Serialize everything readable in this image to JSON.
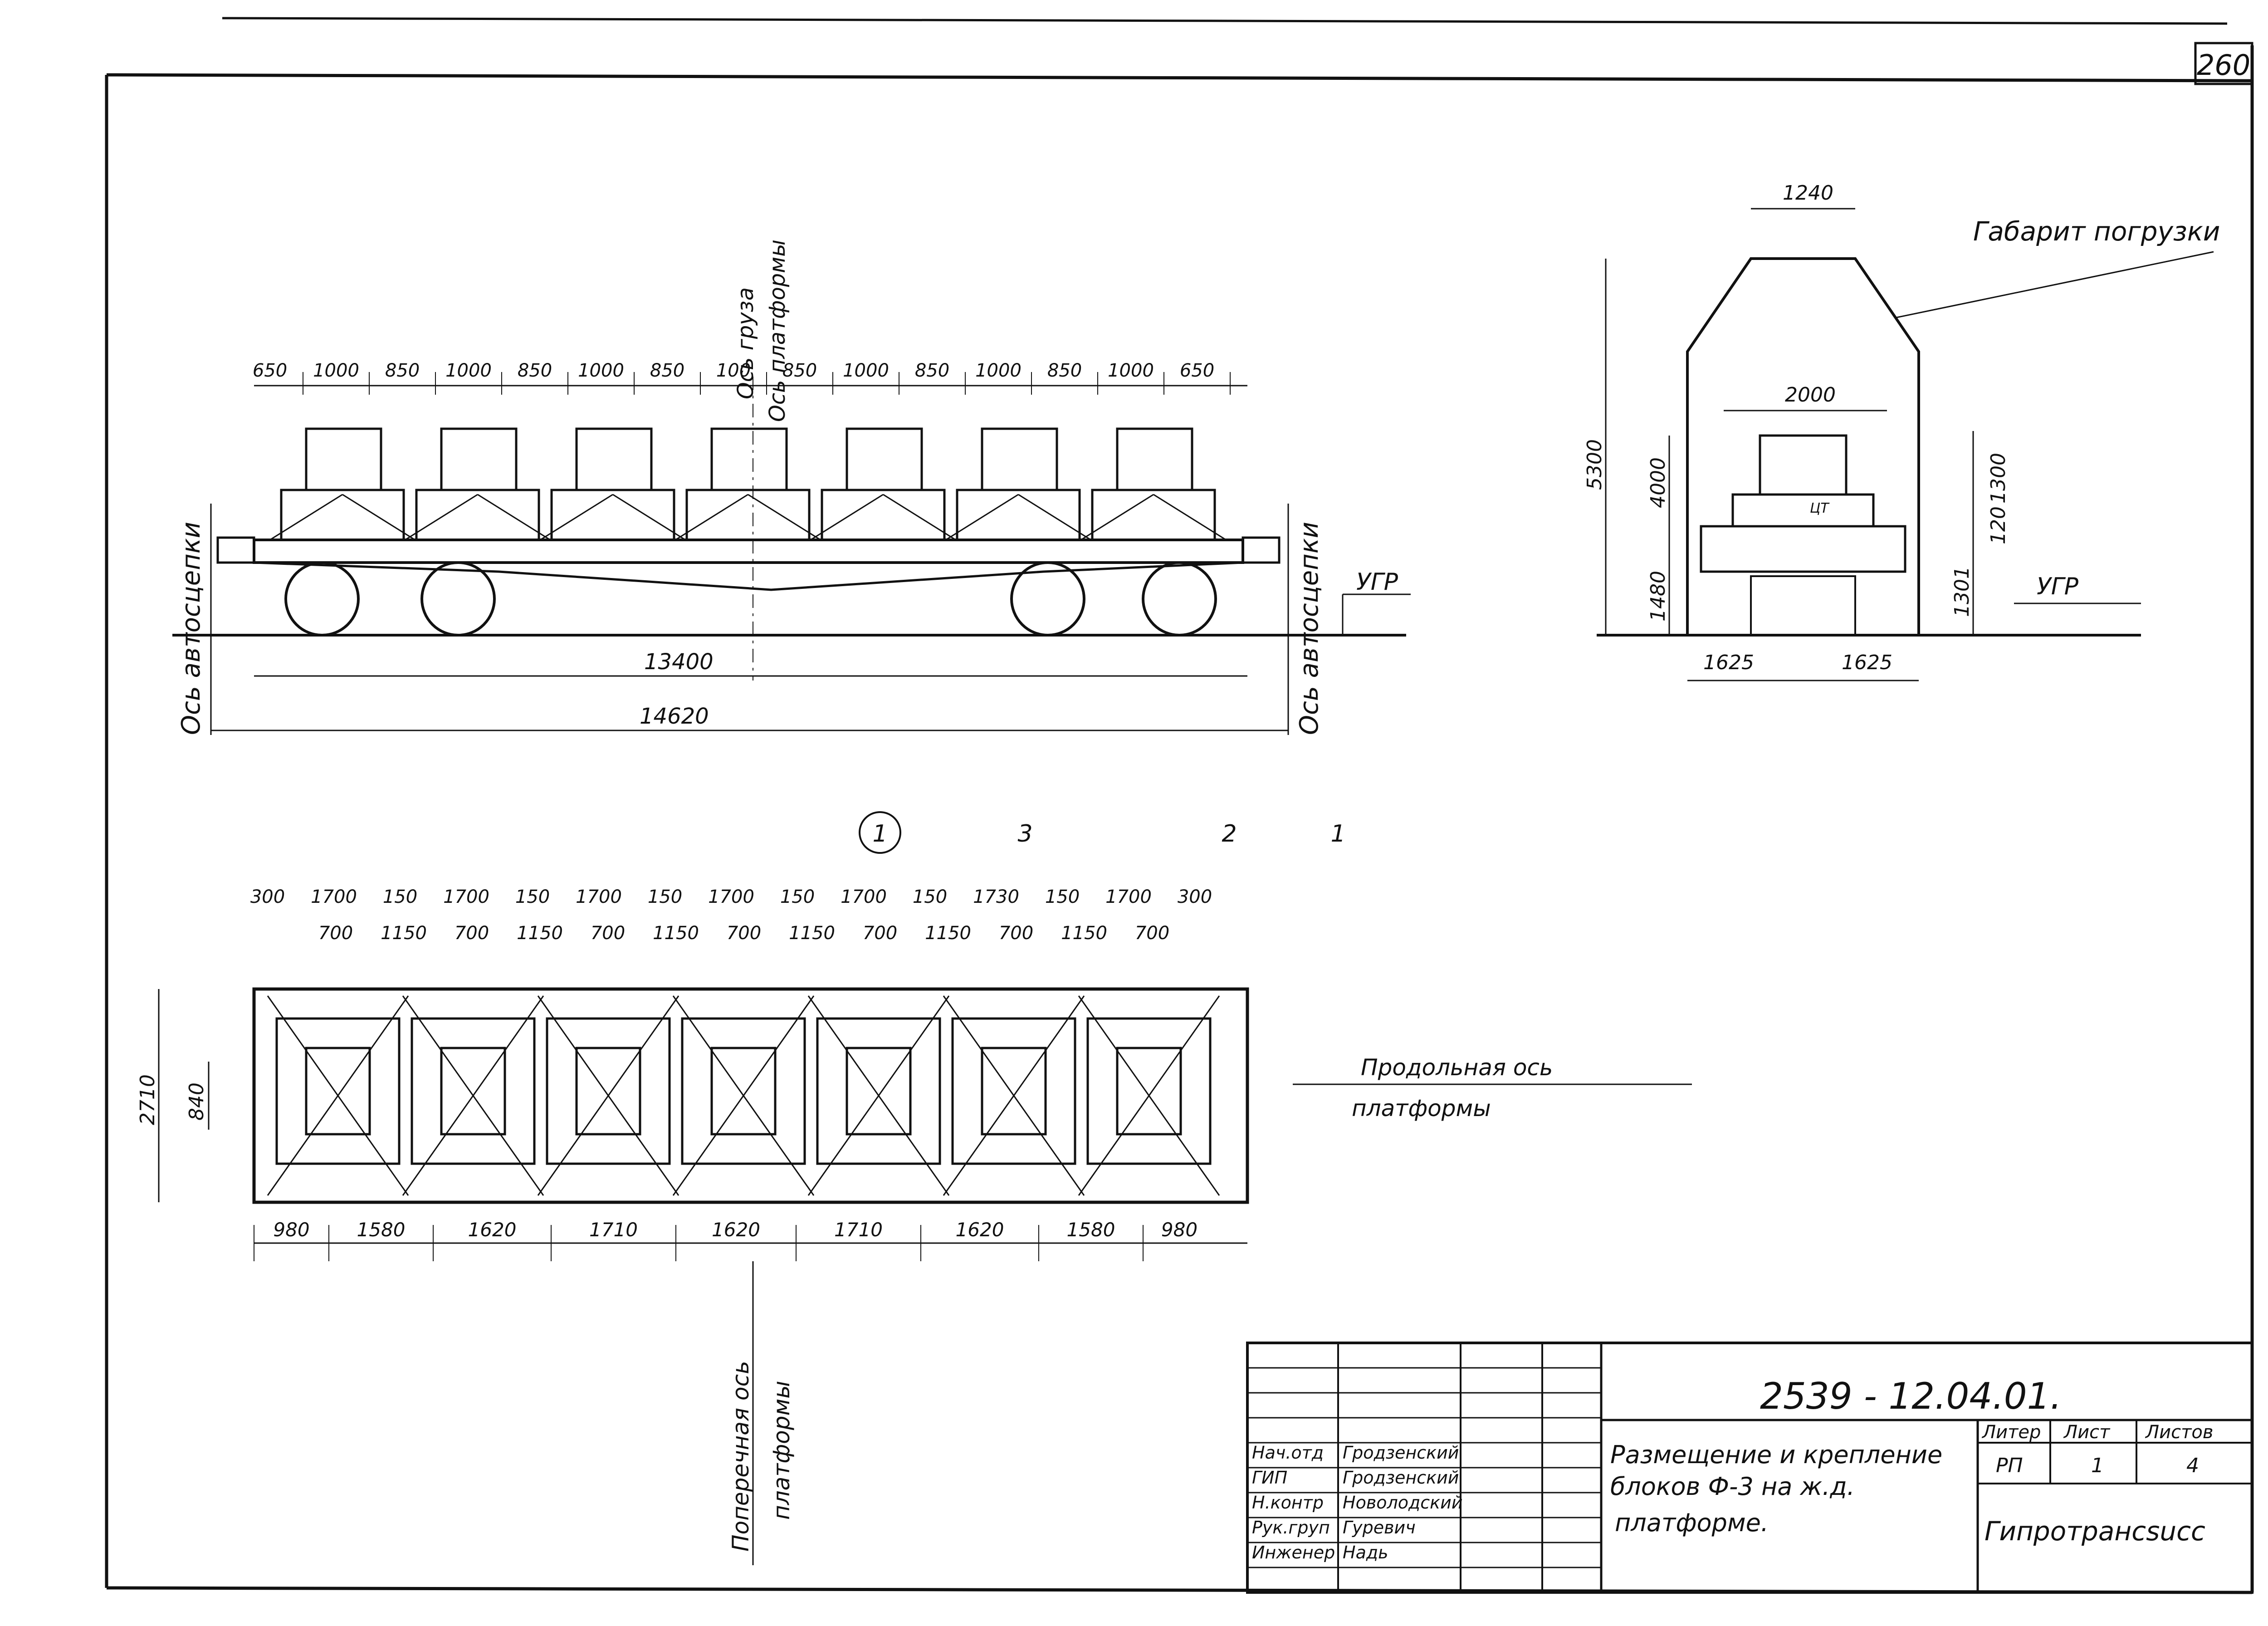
{
  "sheet_number": "260",
  "side_view": {
    "top_dims": [
      "650",
      "1000",
      "850",
      "1000",
      "850",
      "1000",
      "850",
      "100",
      "850",
      "1000",
      "850",
      "1000",
      "850",
      "1000",
      "650"
    ],
    "cargo_axis": "Ось груза",
    "platform_axis": "Ось платформы",
    "coupler_axis_left": "Ось автосцепки",
    "coupler_axis_right": "Ось автосцепки",
    "ugr": "УГР",
    "length_inner": "13400",
    "length_outer": "14620"
  },
  "end_view": {
    "gabarit_label": "Габарит погрузки",
    "top_width": "1240",
    "inner_width": "2000",
    "dim_5300": "5300",
    "dim_4000": "4000",
    "dim_1480": "1480",
    "dim_1300": "1300",
    "dim_120": "120",
    "dim_1301": "1301",
    "cg_label": "ЦТ",
    "ugr": "УГР",
    "half_left": "1625",
    "half_right": "1625"
  },
  "plan_view": {
    "callouts": [
      "1",
      "3",
      "2",
      "1"
    ],
    "top_dims_a": [
      "300",
      "1700",
      "150",
      "1700",
      "150",
      "1700",
      "150",
      "1700",
      "150",
      "1700",
      "150",
      "1730",
      "150",
      "1700",
      "300"
    ],
    "top_dims_b": [
      "700",
      "1150",
      "700",
      "1150",
      "700",
      "1150",
      "700",
      "1150",
      "700",
      "1150",
      "700",
      "1150",
      "700"
    ],
    "width": "2710",
    "inner": "840",
    "bottom_dims": [
      "980",
      "1580",
      "1620",
      "1710",
      "1620",
      "1710",
      "1620",
      "1580",
      "980"
    ],
    "longitudinal_axis_1": "Продольная ось",
    "longitudinal_axis_2": "платформы",
    "transverse_axis_1": "Поперечная ось",
    "transverse_axis_2": "платформы"
  },
  "title_block": {
    "doc_code": "2539 - 12.04.01.",
    "title_line1": "Размещение и крепление",
    "title_line2": "блоков Ф-3 на ж.д.",
    "title_line3": "платформе.",
    "org": "Гипротрансsucc",
    "litera_label": "Литер",
    "sheet_label": "Лист",
    "sheets_label": "Листов",
    "litera_value": "РП",
    "sheet_value": "1",
    "sheets_value": "4",
    "staff": [
      {
        "role": "Нач.отд",
        "name": "Гродзенский"
      },
      {
        "role": "ГИП",
        "name": "Гродзенский"
      },
      {
        "role": "Н.контр",
        "name": "Новолодский"
      },
      {
        "role": "Рук.груп",
        "name": "Гуревич"
      },
      {
        "role": "Инженер",
        "name": "Надь"
      }
    ]
  }
}
